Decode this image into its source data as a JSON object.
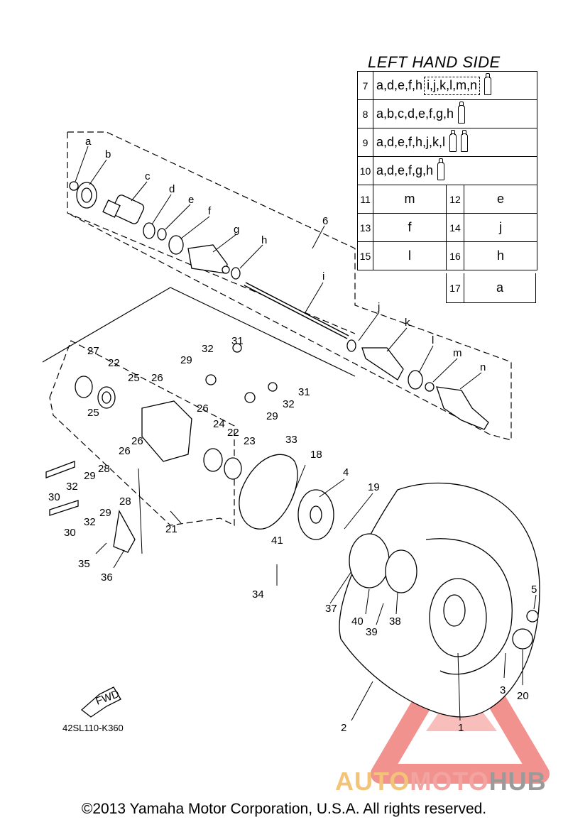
{
  "table": {
    "title": "LEFT HAND SIDE",
    "rows": [
      {
        "num": "7",
        "letters": "a,d,e,f,h",
        "dashed": "i,j,k,l,m,n",
        "tubes": 1
      },
      {
        "num": "8",
        "letters": "a,b,c,d,e,f,g,h",
        "tubes": 1
      },
      {
        "num": "9",
        "letters": "a,d,e,f,h,j,k,l",
        "tubes": 2
      },
      {
        "num": "10",
        "letters": "a,d,e,f,g,h",
        "tubes": 1
      }
    ],
    "pairs": [
      {
        "left_num": "11",
        "left_val": "m",
        "right_num": "12",
        "right_val": "e"
      },
      {
        "left_num": "13",
        "left_val": "f",
        "right_num": "14",
        "right_val": "j"
      },
      {
        "left_num": "15",
        "left_val": "l",
        "right_num": "16",
        "right_val": "h"
      },
      {
        "left_num": "",
        "left_val": "",
        "right_num": "17",
        "right_val": "a"
      }
    ]
  },
  "callouts": {
    "a": "a",
    "b": "b",
    "c": "c",
    "d": "d",
    "e": "e",
    "f": "f",
    "g": "g",
    "h": "h",
    "i": "i",
    "j": "j",
    "k": "k",
    "l": "l",
    "m": "m",
    "n": "n",
    "p1": "1",
    "p2": "2",
    "p3": "3",
    "p4": "4",
    "p5": "5",
    "p6": "6",
    "p18": "18",
    "p19": "19",
    "p20": "20",
    "p21": "21",
    "p22a": "22",
    "p22b": "22",
    "p23": "23",
    "p24": "24",
    "p25a": "25",
    "p25b": "25",
    "p26a": "26",
    "p26b": "26",
    "p26c": "26",
    "p27": "27",
    "p28a": "28",
    "p28b": "28",
    "p29a": "29",
    "p29b": "29",
    "p29c": "29",
    "p29d": "29",
    "p30a": "30",
    "p30b": "30",
    "p31a": "31",
    "p31b": "31",
    "p32a": "32",
    "p32b": "32",
    "p32c": "32",
    "p32d": "32",
    "p33": "33",
    "p34": "34",
    "p35": "35",
    "p36": "36",
    "p37": "37",
    "p38": "38",
    "p39": "39",
    "p40": "40",
    "p41": "41"
  },
  "fwd_label": "FWD",
  "diagram_code": "42SL110-K360",
  "copyright": "©2013 Yamaha Motor Corporation, U.S.A. All rights reserved.",
  "watermark": {
    "part1": "AUTO",
    "part2": "MOTO",
    "part3": "HUB"
  },
  "colors": {
    "line": "#000000",
    "watermark_red": "#e63a35",
    "watermark_orange": "#f3c477",
    "watermark_gray": "#9a9a9a"
  }
}
